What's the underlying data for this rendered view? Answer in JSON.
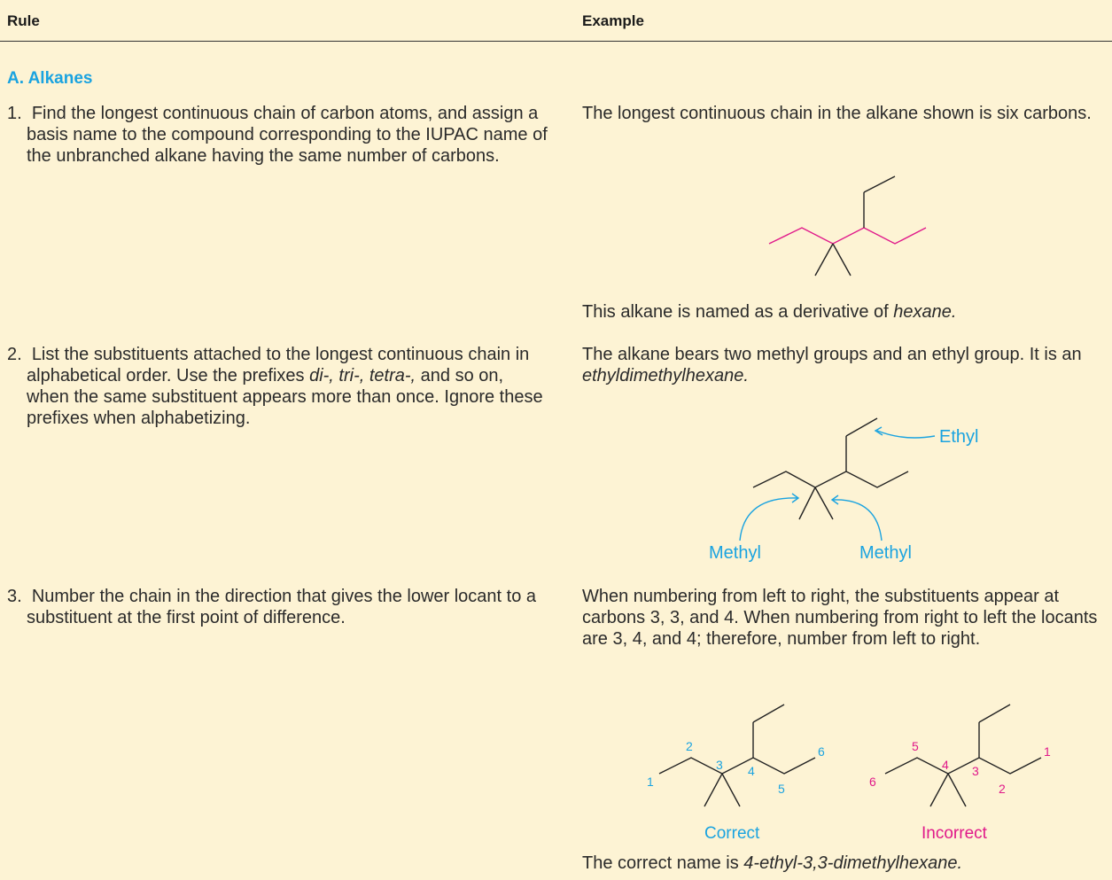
{
  "header": {
    "rule": "Rule",
    "example": "Example"
  },
  "section_title": "A.  Alkanes",
  "rules": [
    {
      "number": "1.",
      "text": "Find the longest continuous chain of carbon atoms, and assign a basis name to the compound corresponding to the IUPAC name of the unbranched alkane having the same number of carbons."
    },
    {
      "number": "2.",
      "text_before": "List the substituents attached to the longest continuous chain in alphabetical order. Use the prefixes ",
      "text_italic": "di-, tri-, tetra-,",
      "text_after": " and so on, when the same substituent appears more than once. Ignore these prefixes when alphabetizing."
    },
    {
      "number": "3.",
      "text": "Number the chain in the direction that gives the lower locant to a substituent at the first point of difference."
    }
  ],
  "examples": {
    "ex1_intro": "The longest continuous chain in the alkane shown is six carbons.",
    "ex1_after_plain": "This alkane is named as a derivative of ",
    "ex1_after_italic": "hexane.",
    "ex2_intro_plain": "The alkane bears two methyl groups and an ethyl group. It is an ",
    "ex2_intro_italic": "ethyldimethylhexane.",
    "ex2_labels": {
      "ethyl": "Ethyl",
      "methyl_left": "Methyl",
      "methyl_right": "Methyl"
    },
    "ex3_intro": "When numbering from left to right, the substituents appear at carbons 3, 3, and 4. When numbering from right to left the locants are 3, 4, and 4; therefore, number from left to right.",
    "ex3_correct_numbers": [
      "1",
      "2",
      "3",
      "4",
      "5",
      "6"
    ],
    "ex3_incorrect_numbers": [
      "6",
      "5",
      "4",
      "3",
      "2",
      "1"
    ],
    "ex3_correct_label": "Correct",
    "ex3_incorrect_label": "Incorrect",
    "ex3_final_plain": "The correct name is ",
    "ex3_final_italic": "4-ethyl-3,3-dimethylhexane."
  },
  "colors": {
    "background": "#fdf3d4",
    "accent_cyan": "#1aa3e0",
    "accent_magenta": "#e0198a",
    "text": "#2a2a2a"
  }
}
